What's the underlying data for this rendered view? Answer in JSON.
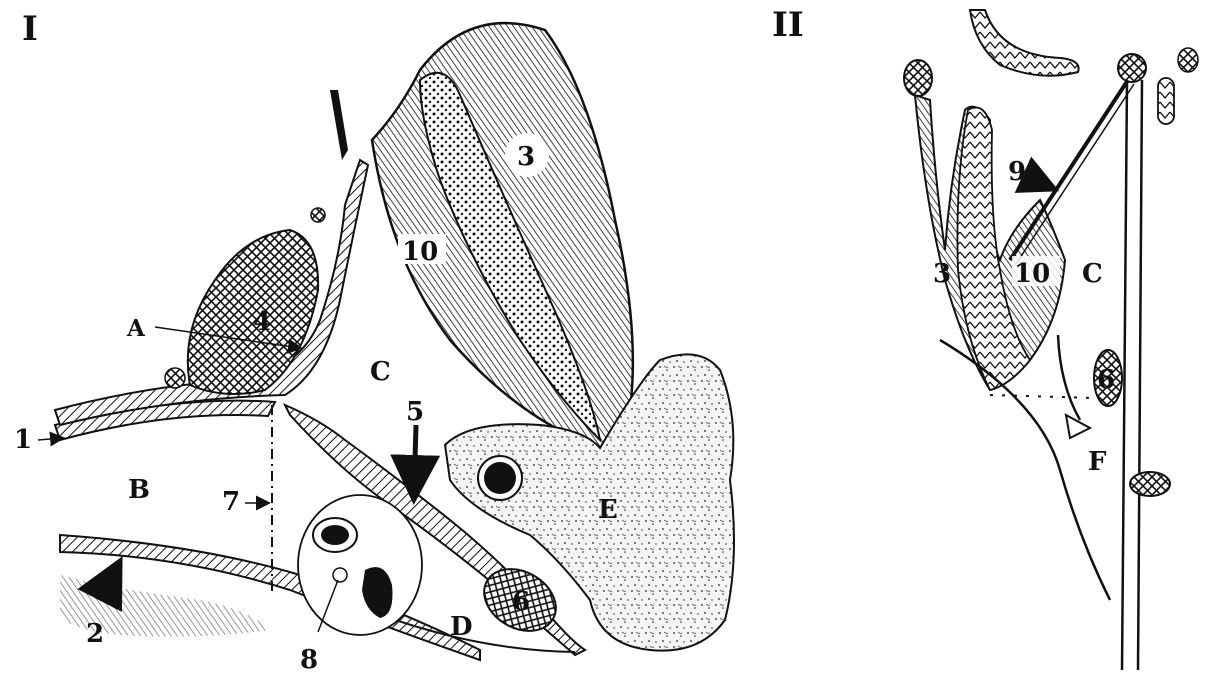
{
  "panels": [
    {
      "label": "I",
      "labels": {
        "n1": "1",
        "n2": "2",
        "n3": "3",
        "n4": "4",
        "n5": "5",
        "n6": "6",
        "n7": "7",
        "n8": "8",
        "n10": "10",
        "A": "A",
        "B": "B",
        "C": "C",
        "D": "D",
        "E": "E"
      }
    },
    {
      "label": "II",
      "labels": {
        "n3": "3",
        "n6": "6",
        "n9": "9",
        "n10": "10",
        "C": "C",
        "F": "F"
      }
    }
  ],
  "colors": {
    "ink": "#111111",
    "paper": "#ffffff",
    "stipple": "#f2f2f2"
  }
}
